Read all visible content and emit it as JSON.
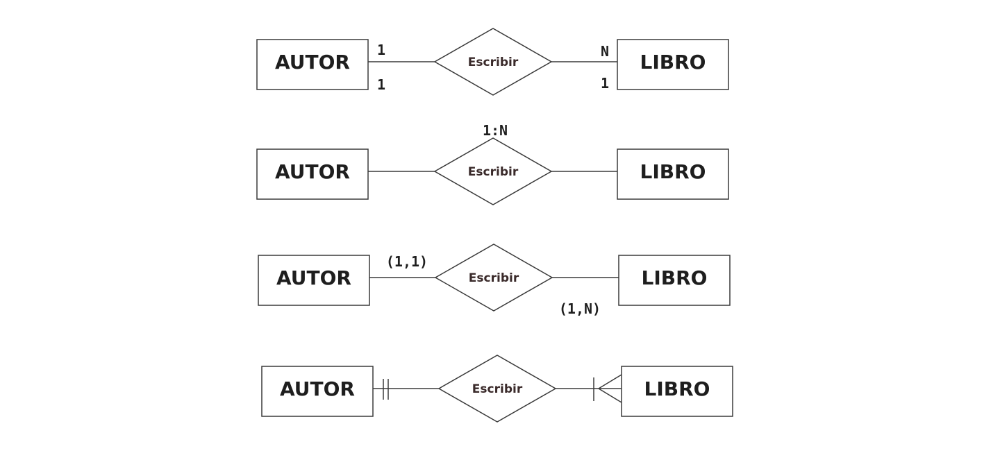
{
  "diagrams": [
    {
      "entity_left": "AUTOR",
      "entity_right": "LIBRO",
      "relationship": "Escribir",
      "left_top": "1",
      "left_bottom": "1",
      "right_top": "N",
      "right_bottom": "1"
    },
    {
      "entity_left": "AUTOR",
      "entity_right": "LIBRO",
      "relationship": "Escribir",
      "ratio": "1:N"
    },
    {
      "entity_left": "AUTOR",
      "entity_right": "LIBRO",
      "relationship": "Escribir",
      "left_minmax": "(1,1)",
      "right_minmax": "(1,N)"
    },
    {
      "entity_left": "AUTOR",
      "entity_right": "LIBRO",
      "relationship": "Escribir",
      "left_crow": "exactly-one",
      "right_crow": "one-or-many"
    }
  ]
}
